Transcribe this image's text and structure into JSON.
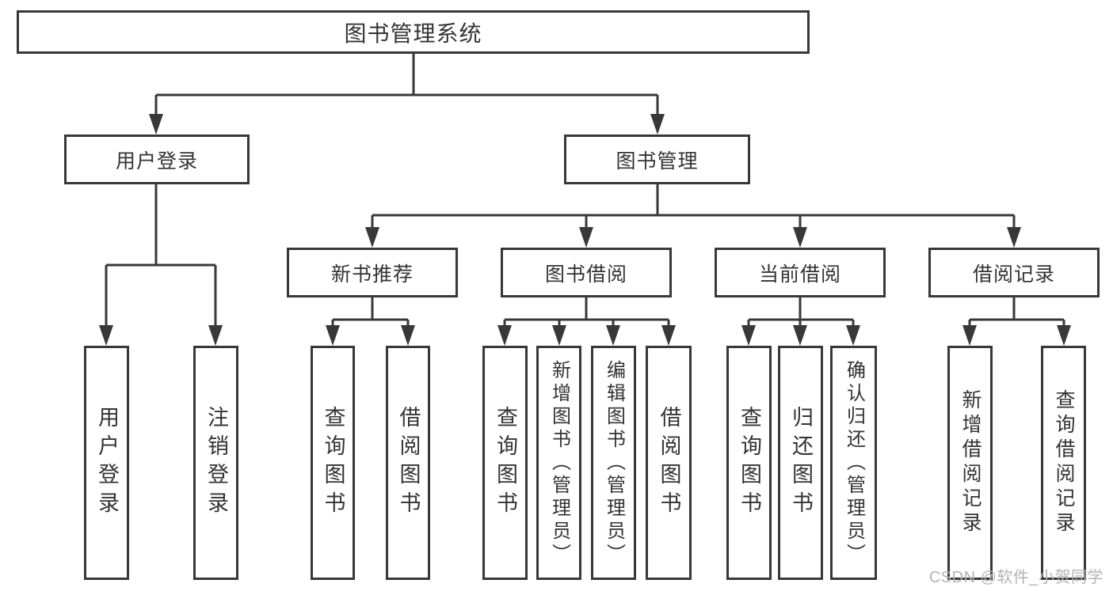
{
  "diagram": {
    "root": "图书管理系统",
    "branches": [
      {
        "label": "用户登录",
        "children": [
          "用户登录",
          "注销登录"
        ]
      },
      {
        "label": "图书管理",
        "groups": [
          {
            "label": "新书推荐",
            "children": [
              "查询图书",
              "借阅图书"
            ]
          },
          {
            "label": "图书借阅",
            "children": [
              "查询图书",
              "新增图书（管理员）",
              "编辑图书（管理员）",
              "借阅图书"
            ]
          },
          {
            "label": "当前借阅",
            "children": [
              "查询图书",
              "归还图书",
              "确认归还（管理员）"
            ]
          },
          {
            "label": "借阅记录",
            "children": [
              "新增借阅记录",
              "查询借阅记录"
            ]
          }
        ]
      }
    ]
  },
  "watermark": "CSDN @软件_小贺同学",
  "colors": {
    "line": "#383838",
    "text": "#333333",
    "watermark": "#b3b3b3",
    "background": "#ffffff"
  }
}
